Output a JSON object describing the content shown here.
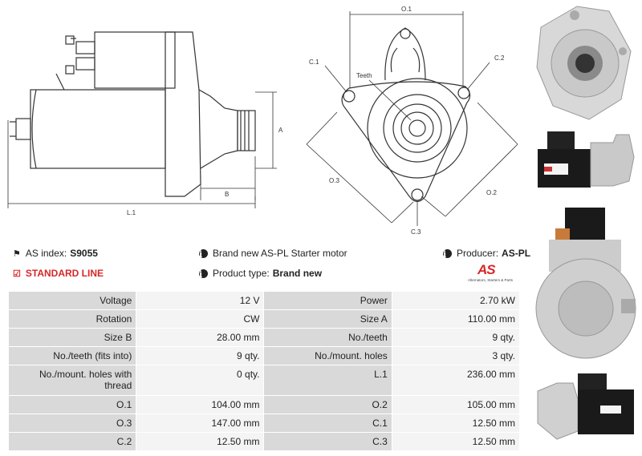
{
  "drawing": {
    "labels": {
      "a": "A",
      "b": "B",
      "l1": "L.1",
      "o1": "O.1",
      "o2": "O.2",
      "o3": "O.3",
      "c1": "C.1",
      "c2": "C.2",
      "c3": "C.3",
      "teeth": "Teeth"
    }
  },
  "info": {
    "as_index_label": "AS index:",
    "as_index_value": "S9055",
    "line_label": "STANDARD LINE",
    "description": "Brand new AS-PL Starter motor",
    "product_type_label": "Product type:",
    "product_type_value": "Brand new",
    "producer_label": "Producer:",
    "producer_value": "AS-PL"
  },
  "logo": {
    "main": "AS",
    "tagline": "Alternators, Starters & Parts"
  },
  "specs": [
    [
      "Voltage",
      "12 V",
      "Power",
      "2.70 kW"
    ],
    [
      "Rotation",
      "CW",
      "Size A",
      "110.00 mm"
    ],
    [
      "Size B",
      "28.00 mm",
      "No./teeth",
      "9 qty."
    ],
    [
      "No./teeth (fits into)",
      "9 qty.",
      "No./mount. holes",
      "3 qty."
    ],
    [
      "No./mount. holes with thread",
      "0 qty.",
      "L.1",
      "236.00 mm"
    ],
    [
      "O.1",
      "104.00 mm",
      "O.2",
      "105.00 mm"
    ],
    [
      "O.3",
      "147.00 mm",
      "C.1",
      "12.50 mm"
    ],
    [
      "C.2",
      "12.50 mm",
      "C.3",
      "12.50 mm"
    ]
  ]
}
